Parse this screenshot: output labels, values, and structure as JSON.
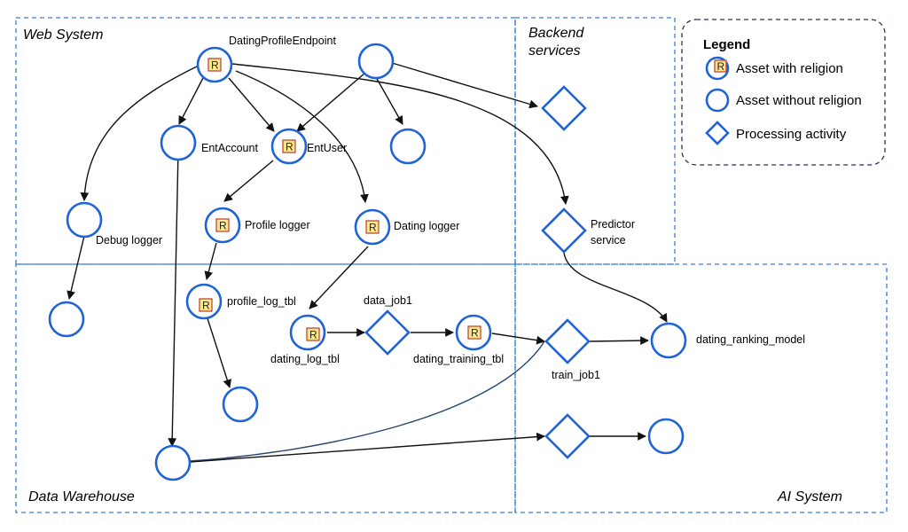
{
  "regions": {
    "web_system": "Web System",
    "backend_services_line1": "Backend",
    "backend_services_line2": "services",
    "data_warehouse": "Data Warehouse",
    "ai_system": "AI System"
  },
  "legend": {
    "title": "Legend",
    "badge_letter": "R",
    "asset_with_religion": "Asset with religion",
    "asset_without_religion": "Asset without religion",
    "processing_activity": "Processing activity"
  },
  "nodes": {
    "dating_profile_endpoint": "DatingProfileEndpoint",
    "ent_account": "EntAccount",
    "ent_user": "EntUser",
    "debug_logger": "Debug logger",
    "profile_logger": "Profile logger",
    "dating_logger": "Dating logger",
    "predictor_service_line1": "Predictor",
    "predictor_service_line2": "service",
    "profile_log_tbl": "profile_log_tbl",
    "dating_log_tbl": "dating_log_tbl",
    "data_job1": "data_job1",
    "dating_training_tbl": "dating_training_tbl",
    "train_job1": "train_job1",
    "dating_ranking_model": "dating_ranking_model"
  },
  "badge_letter": "R",
  "colors": {
    "node_stroke": "#1f63d6",
    "region_stroke": "#3a7bd5",
    "badge_fill": "#fde98a",
    "badge_stroke": "#c0392b"
  }
}
